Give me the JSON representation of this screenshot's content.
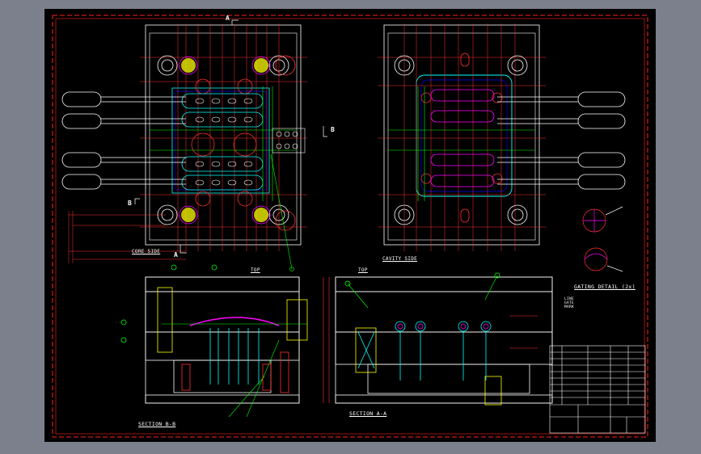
{
  "views": {
    "core_side": "CORE SIDE",
    "cavity_side": "CAVITY SIDE",
    "top_left": "TOP",
    "top_right": "TOP",
    "section_bb": "SECTION B-B",
    "section_aa": "SECTION A-A",
    "gating_detail": "GATING DETAIL (2x)",
    "section_marker_a": "A",
    "section_marker_a2": "A",
    "section_marker_b": "B",
    "section_marker_b2": "B"
  },
  "notes": {
    "note_line_1": "LINE",
    "note_line_2": "GATE",
    "note_line_3": "MARK"
  },
  "colors": {
    "viewport_bg": "#000000",
    "frame": "#ff2020",
    "outline": "#ffffff",
    "dimension": "#ff3030",
    "part": "#00ffff",
    "cooling": "#00ff00",
    "ejector": "#0000ff",
    "hatch": "#ffff00",
    "accent": "#ff00ff"
  }
}
